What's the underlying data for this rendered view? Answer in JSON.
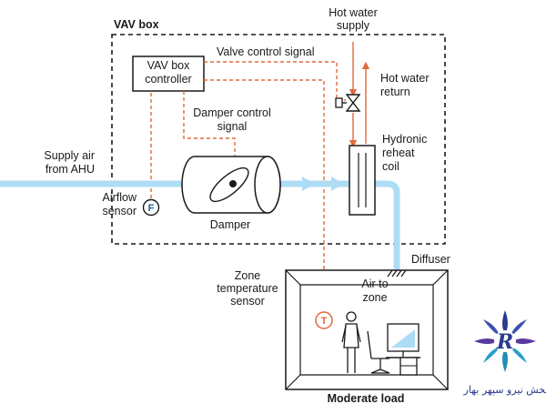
{
  "diagram": {
    "vav_box_title": "VAV box",
    "controller": [
      "VAV box",
      "controller"
    ],
    "valve_signal": "Valve control signal",
    "hot_water_supply": [
      "Hot water",
      "supply"
    ],
    "hot_water_return": [
      "Hot water",
      "return"
    ],
    "damper_signal": [
      "Damper control",
      "signal"
    ],
    "reheat_coil": [
      "Hydronic",
      "reheat",
      "coil"
    ],
    "supply_air": [
      "Supply air",
      "from AHU"
    ],
    "airflow_sensor": [
      "Airflow",
      "sensor"
    ],
    "airflow_sensor_symbol": "F",
    "damper": "Damper",
    "diffuser": "Diffuser",
    "zone_temp_sensor": [
      "Zone",
      "temperature",
      "sensor"
    ],
    "temp_sensor_symbol": "T",
    "air_to_zone": [
      "Air to",
      "zone"
    ],
    "room_caption": "Moderate load"
  },
  "logo": {
    "company_text": "پخش نیرو سپهر بهار",
    "monogram": "R"
  },
  "colors": {
    "air": "#aedcf5",
    "signal": "#e06a3c",
    "line": "#1a1a1a"
  }
}
